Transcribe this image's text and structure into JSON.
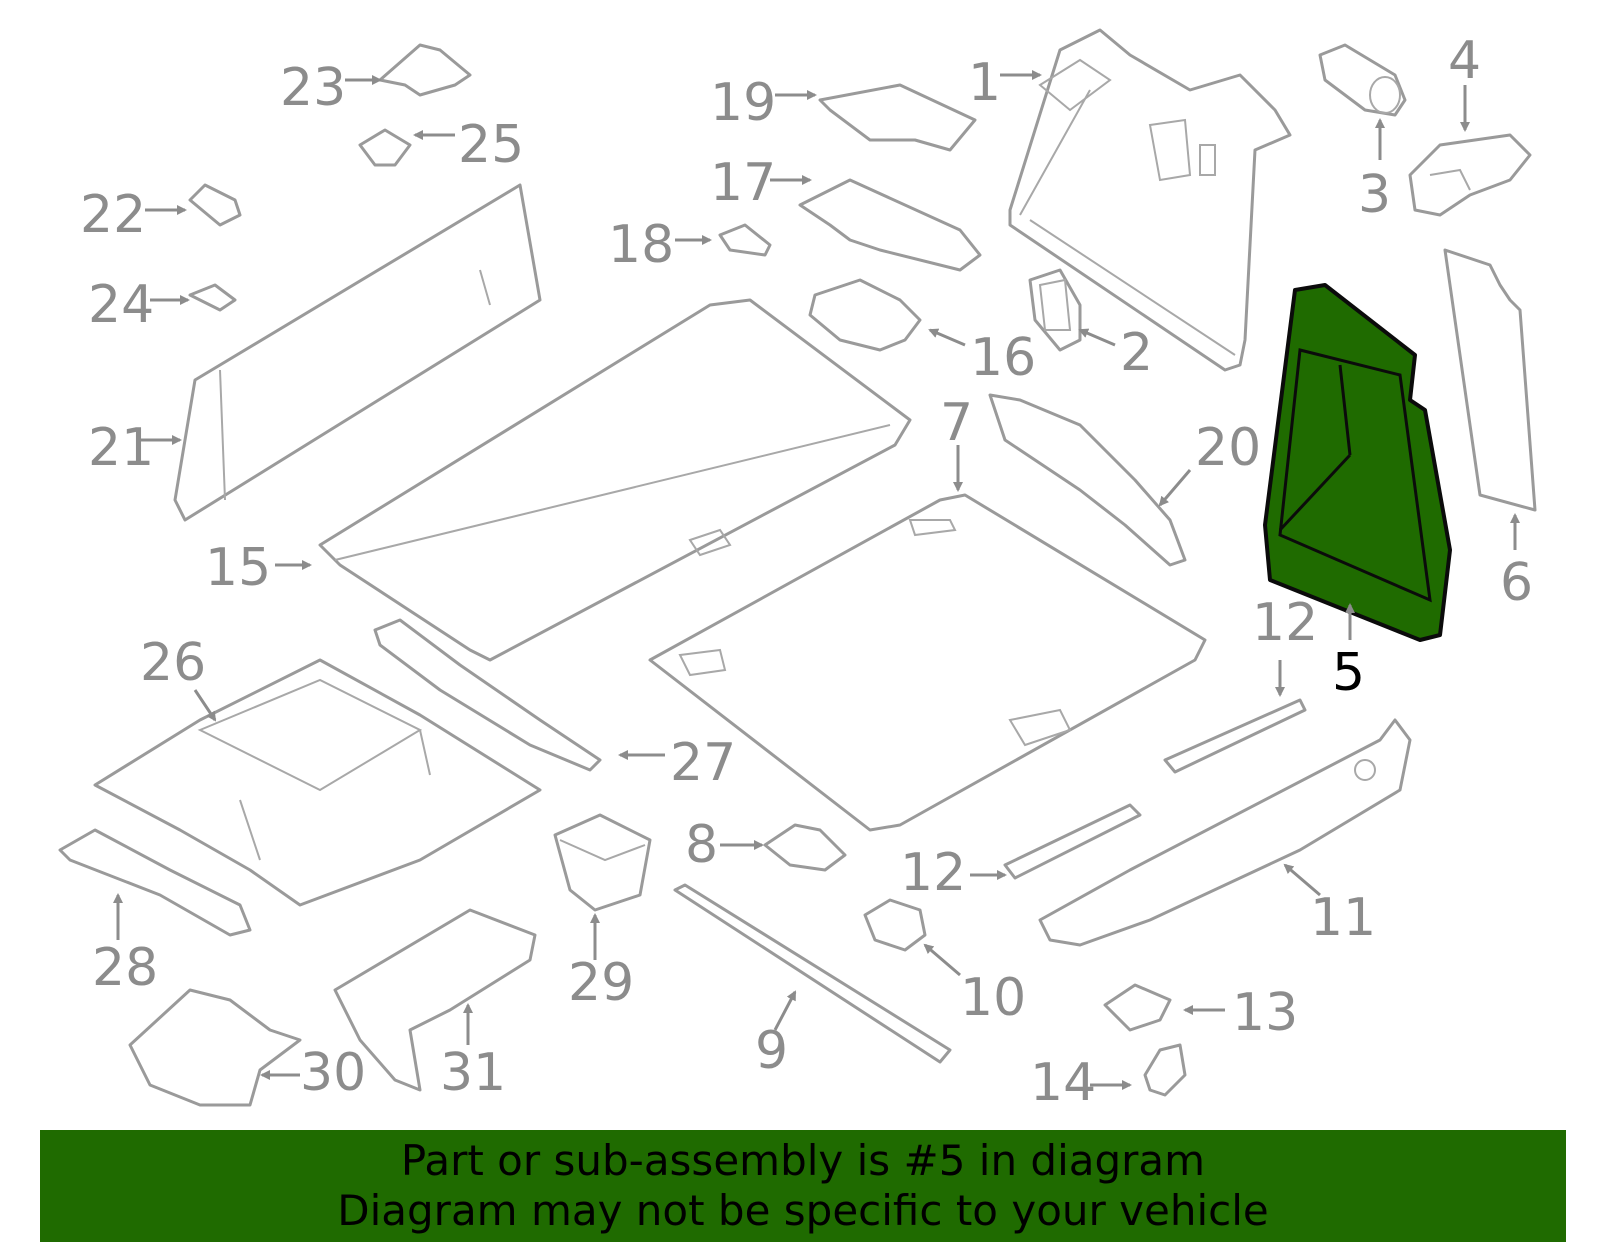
{
  "diagram": {
    "highlighted_part": "5",
    "callouts": [
      "1",
      "2",
      "3",
      "4",
      "5",
      "6",
      "7",
      "8",
      "9",
      "10",
      "11",
      "12",
      "12",
      "13",
      "14",
      "15",
      "16",
      "17",
      "18",
      "19",
      "20",
      "21",
      "22",
      "23",
      "24",
      "25",
      "26",
      "27",
      "28",
      "29",
      "30",
      "31"
    ]
  },
  "banner": {
    "line1": "Part or sub-assembly is #5 in diagram",
    "line2": "Diagram may not be specific to your vehicle",
    "background": "#1f6b00"
  },
  "colors": {
    "highlight_fill": "#1f6b00",
    "line_gray": "#9a9a9a"
  }
}
